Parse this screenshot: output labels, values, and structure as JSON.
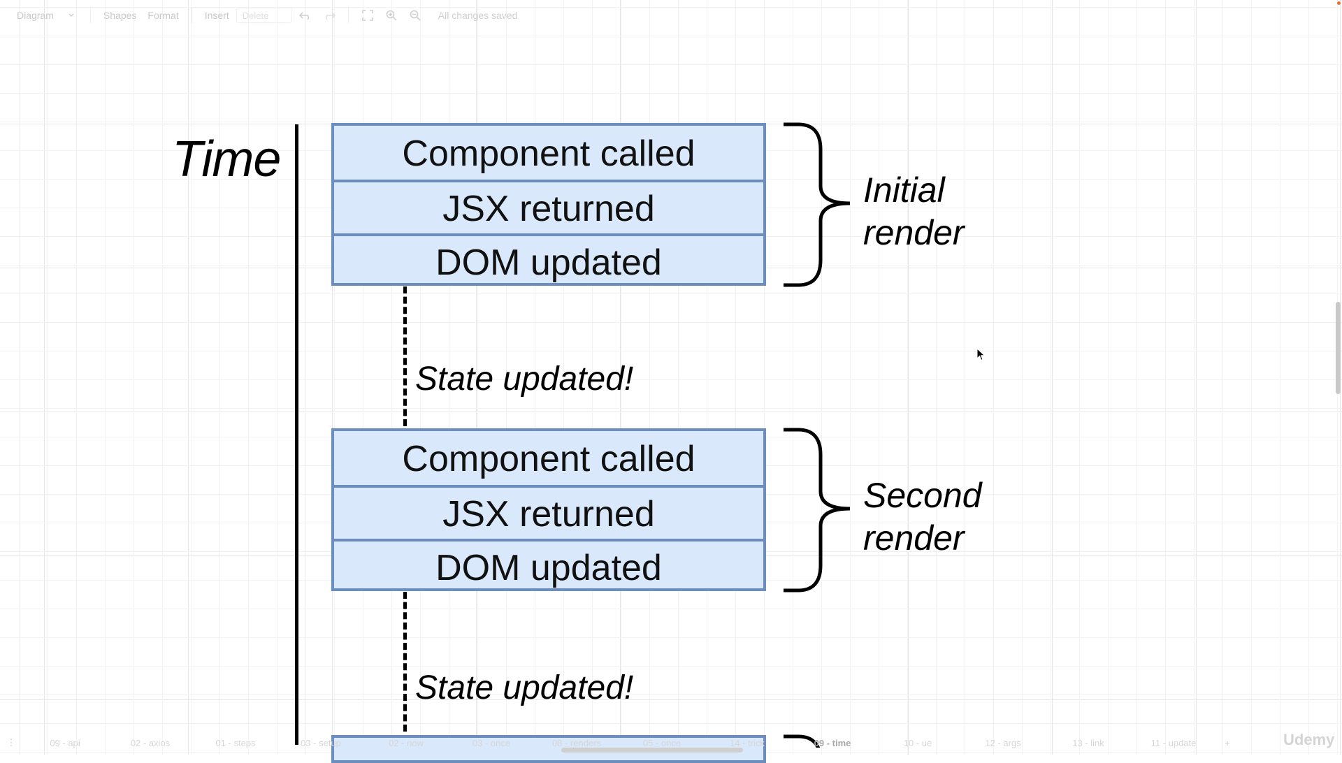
{
  "toolbar": {
    "diagram_menu": "Diagram",
    "shapes": "Shapes",
    "format": "Format",
    "insert": "Insert",
    "delete": "Delete",
    "status": "All changes saved"
  },
  "diagram": {
    "time_label": "Time",
    "groups": [
      {
        "steps": [
          "Component called",
          "JSX returned",
          "DOM updated"
        ],
        "label": "Initial\nrender"
      },
      {
        "steps": [
          "Component called",
          "JSX returned",
          "DOM updated"
        ],
        "label": "Second\nrender"
      }
    ],
    "transitions": [
      "State updated!",
      "State updated!"
    ]
  },
  "page_tabs": {
    "tabs": [
      "09 - api",
      "02 - axios",
      "01 - steps",
      "03 - setup",
      "02 - now",
      "03 - once",
      "08 - renders",
      "05 - once",
      "14 - trick",
      "09 - time",
      "10 - ue",
      "12 - args",
      "13 - link",
      "11 - update"
    ],
    "active_tab": "09 - time"
  },
  "watermark": "Udemy",
  "colors": {
    "box_fill": "#dae8fc",
    "box_stroke": "#6c8ebf",
    "ink": "#000000"
  }
}
